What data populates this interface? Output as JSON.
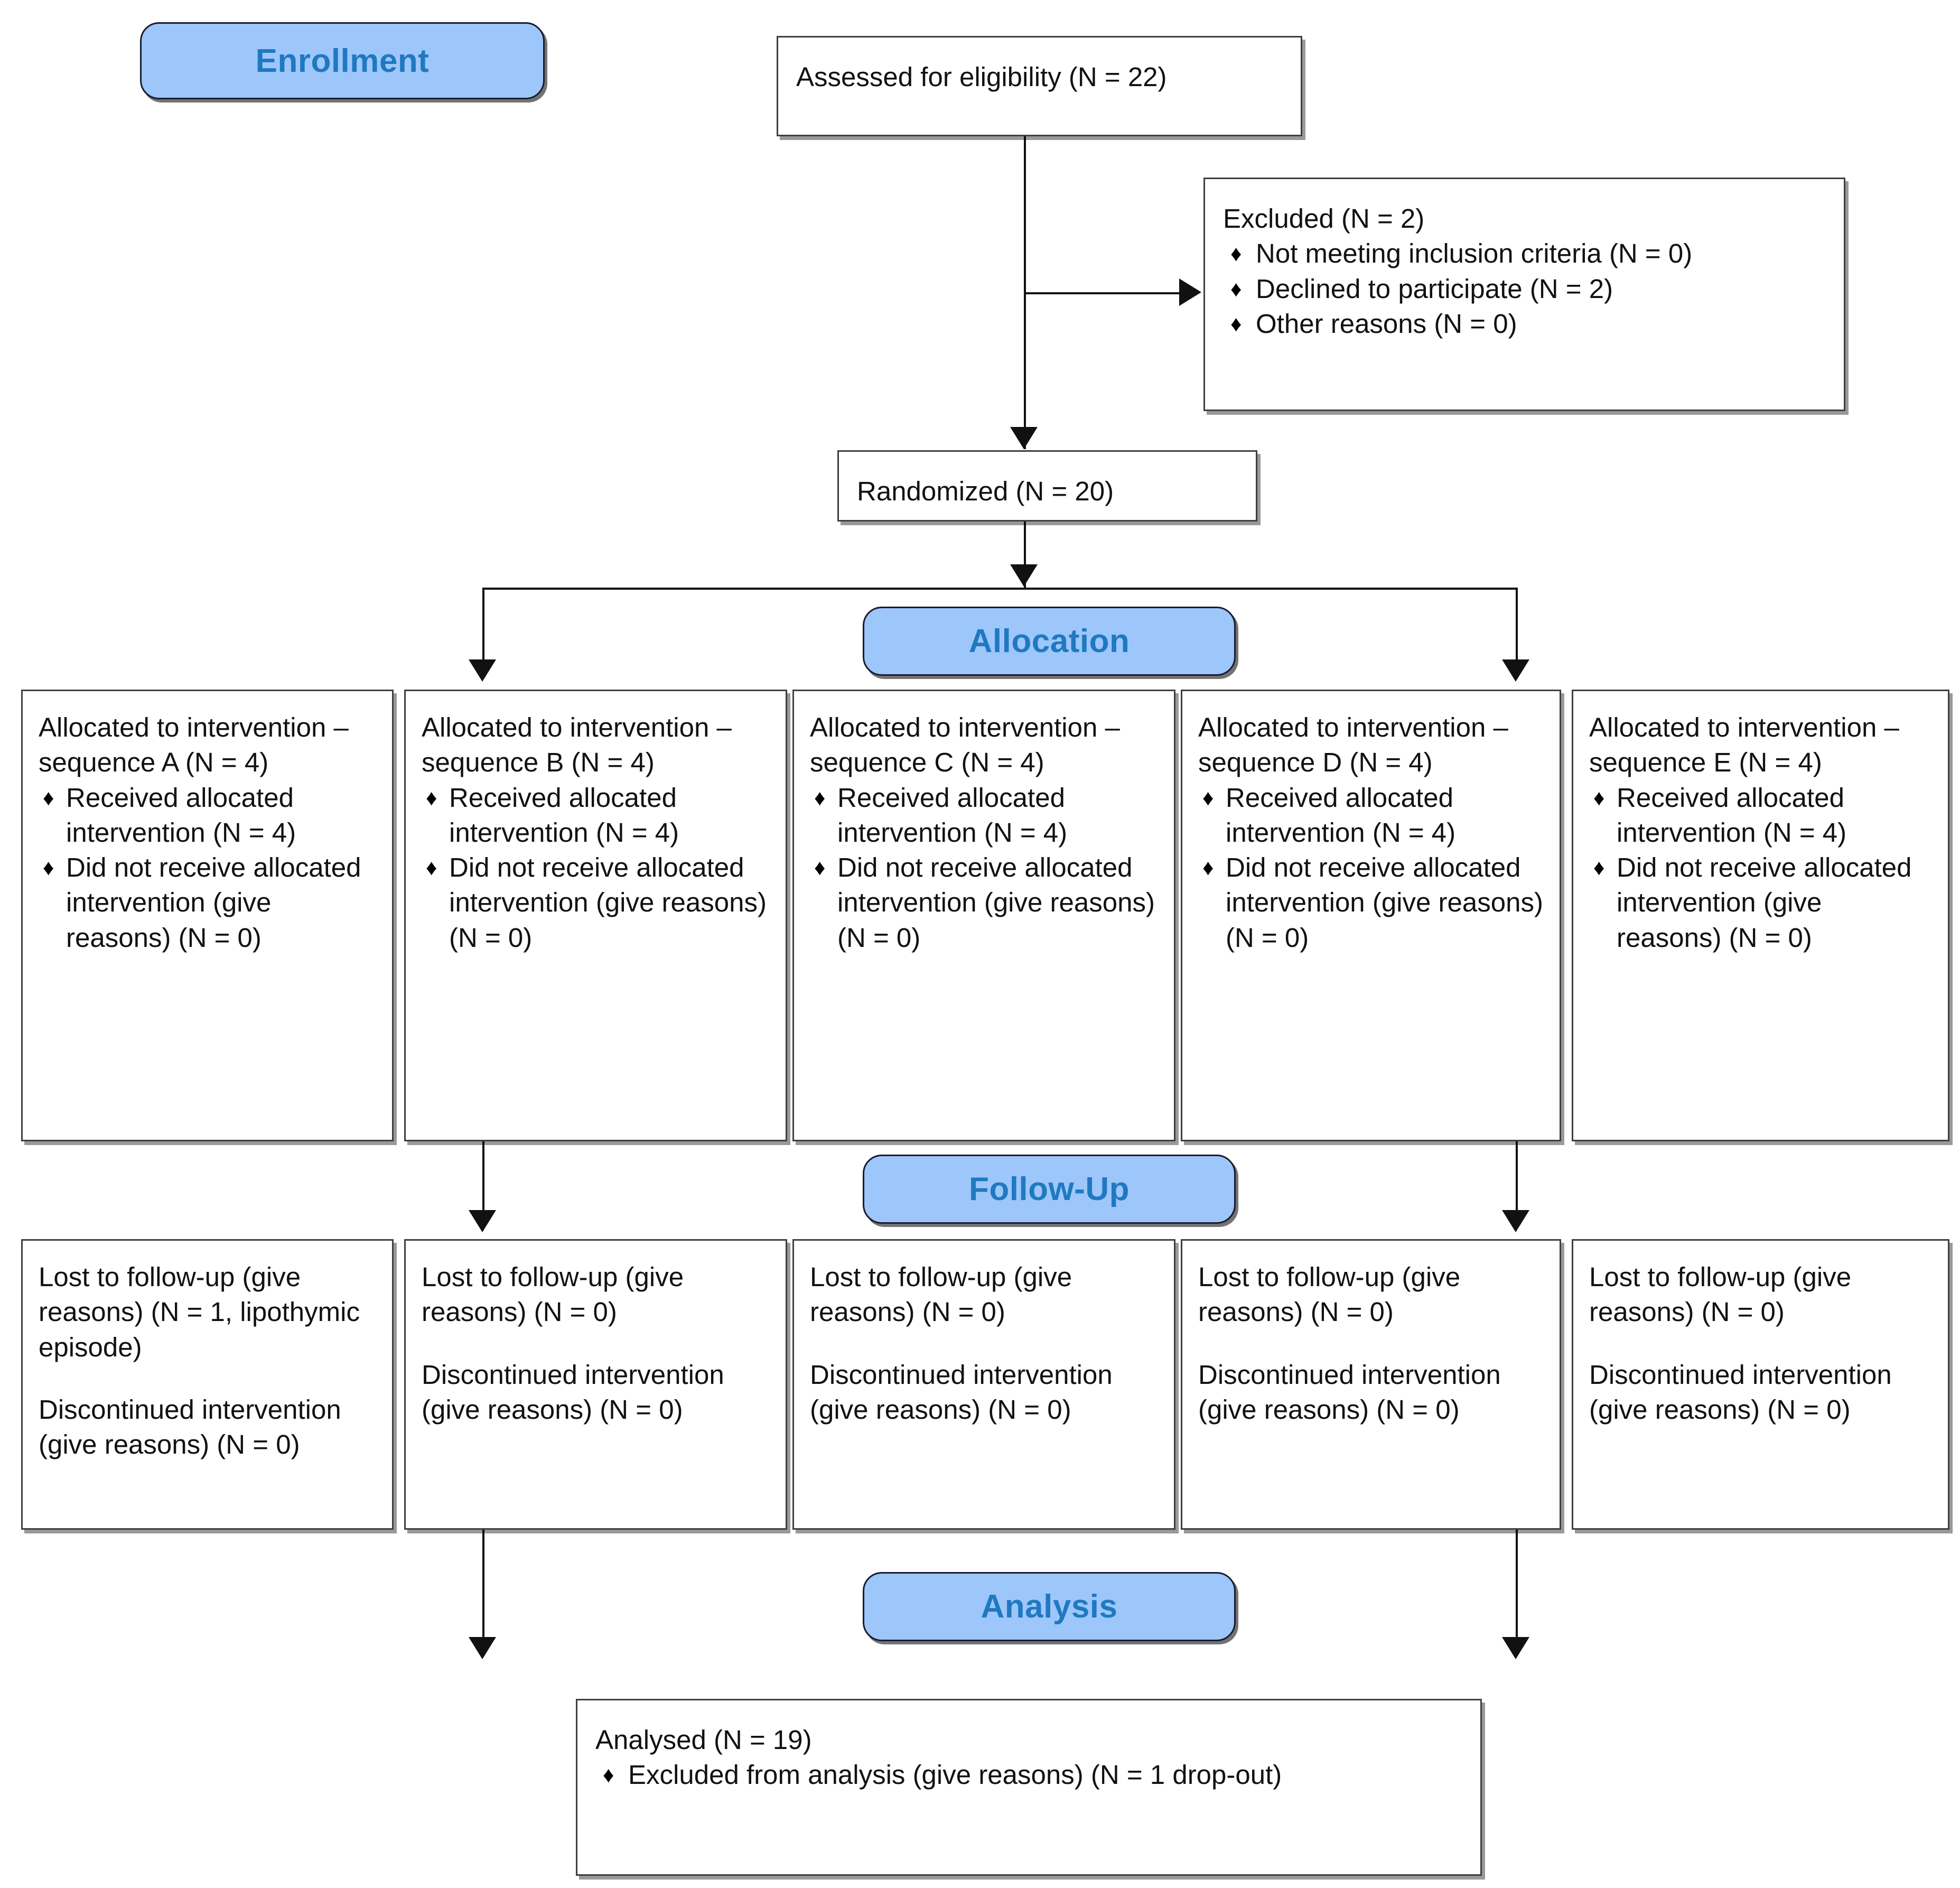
{
  "diagram": {
    "title": "CONSORT participant flow diagram",
    "accent_blue_fill": "#9DC6FB",
    "accent_blue_text": "#2079C0",
    "box_border": "#3f3f3f",
    "text_color": "#111111",
    "bullet_glyph": "♦"
  },
  "stages": {
    "enrollment": "Enrollment",
    "allocation": "Allocation",
    "followup": "Follow-Up",
    "analysis": "Analysis"
  },
  "enrollment": {
    "assessed": "Assessed for eligibility (N = 22)",
    "excluded_title": "Excluded (N = 2)",
    "excluded_items": [
      "Not meeting inclusion criteria (N = 0)",
      "Declined to participate (N = 2)",
      "Other reasons (N = 0)"
    ],
    "randomized": "Randomized (N = 20)"
  },
  "allocation_boxes": [
    {
      "title": "Allocated to intervention – sequence A (N = 4)",
      "items": [
        "Received allocated intervention (N = 4)",
        "Did not receive allocated intervention (give reasons) (N = 0)"
      ]
    },
    {
      "title": "Allocated to intervention – sequence B (N = 4)",
      "items": [
        "Received allocated intervention (N = 4)",
        "Did not receive allocated intervention (give reasons) (N = 0)"
      ]
    },
    {
      "title": "Allocated to intervention – sequence C (N = 4)",
      "items": [
        "Received allocated intervention (N = 4)",
        "Did not receive allocated intervention (give reasons) (N = 0)"
      ]
    },
    {
      "title": "Allocated to intervention – sequence D (N = 4)",
      "items": [
        "Received allocated intervention (N = 4)",
        "Did not receive allocated intervention (give reasons) (N = 0)"
      ]
    },
    {
      "title": "Allocated to intervention – sequence E (N = 4)",
      "items": [
        "Received allocated intervention (N = 4)",
        "Did not receive allocated intervention (give reasons) (N = 0)"
      ]
    }
  ],
  "followup_boxes": [
    {
      "lost": "Lost to follow-up (give reasons) (N = 1, lipothymic episode)",
      "discontinued": "Discontinued intervention (give reasons) (N = 0)"
    },
    {
      "lost": "Lost to follow-up (give reasons) (N = 0)",
      "discontinued": "Discontinued intervention (give reasons) (N = 0)"
    },
    {
      "lost": "Lost to follow-up (give reasons) (N = 0)",
      "discontinued": "Discontinued intervention (give reasons) (N = 0)"
    },
    {
      "lost": "Lost to follow-up (give reasons) (N = 0)",
      "discontinued": "Discontinued intervention (give reasons) (N = 0)"
    },
    {
      "lost": "Lost to follow-up (give reasons) (N = 0)",
      "discontinued": "Discontinued intervention (give reasons) (N = 0)"
    }
  ],
  "analysis": {
    "title": "Analysed (N = 19)",
    "items": [
      "Excluded from analysis (give reasons) (N = 1 drop-out)"
    ]
  }
}
